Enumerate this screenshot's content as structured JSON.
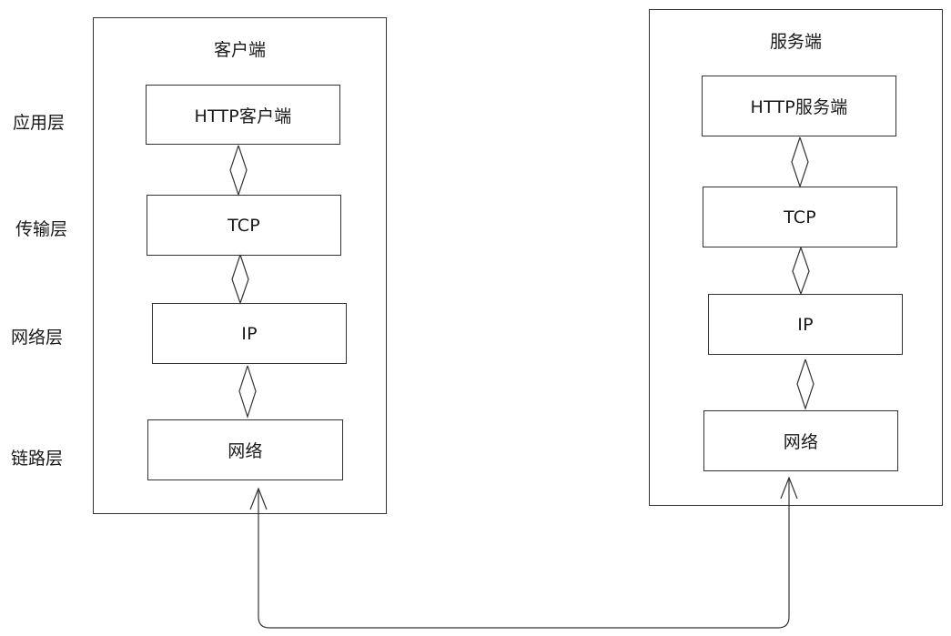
{
  "layers": [
    "应用层",
    "传输层",
    "网络层",
    "链路层"
  ],
  "client": {
    "title": "客户端",
    "boxes": [
      "HTTP客户端",
      "TCP",
      "IP",
      "网络"
    ]
  },
  "server": {
    "title": "服务端",
    "boxes": [
      "HTTP服务端",
      "TCP",
      "IP",
      "网络"
    ]
  }
}
